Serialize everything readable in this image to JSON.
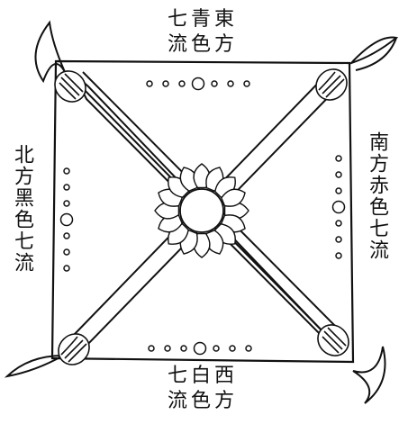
{
  "diagram": {
    "ink_color": "#111111",
    "paper_color": "#ffffff",
    "labels": {
      "top": {
        "line1": "七青東",
        "line2": "流色方"
      },
      "bottom": {
        "line1": "七白西",
        "line2": "流色方"
      },
      "left": {
        "text": "北方黑色七流"
      },
      "right": {
        "text": "南方赤色七流"
      }
    },
    "dot_rows": {
      "per_side": 7,
      "center_large": true
    },
    "icons": {
      "center": "lotus-flower-icon",
      "corners": "vajra-head-icon",
      "horns": "crescent-horn-icon"
    }
  }
}
